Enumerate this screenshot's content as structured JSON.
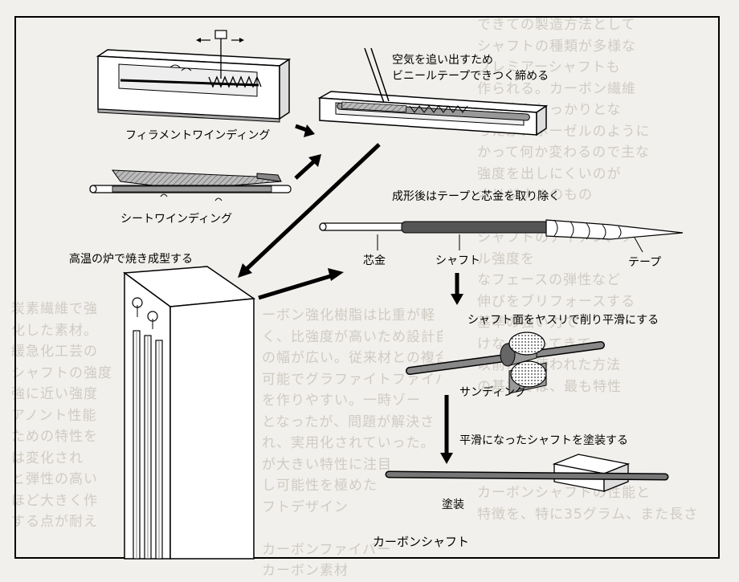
{
  "diagram": {
    "title": "カーボンシャフト",
    "labels": {
      "filament_winding": "フィラメントワインディング",
      "sheet_winding": "シートワインディング",
      "air_out_1": "空気を追い出すため",
      "air_out_2": "ビニールテープできつく締める",
      "remove_tape": "成形後はテープと芯金を取り除く",
      "mandrel": "芯金",
      "shaft": "シャフト",
      "tape": "テープ",
      "furnace": "高温の炉で焼き成型する",
      "file_smooth": "シャフト面をヤスリで削り平滑にする",
      "sanding": "サンディング",
      "paint_shaft": "平滑になったシャフトを塗装する",
      "painting": "塗装"
    }
  },
  "background_text": {
    "left": "炭素繊維で強\n化した素材。\n緩急化工芸の\nシャフトの強度\n強に近い強度\nアノント性能\nための特性を\nは変化され\nと弾性の高い\nほど大きく作\nする点が耐え",
    "mid": "ーボン強化樹脂は比重が軽\nく、比強度が高いため設計自\nの幅が広い。従来材との複合\n可能でグラファイトファイバ\nを作りやすい。一時ゾー\nとなったが、問題が解決さ\nれ、実用化されていった。\nが大きい特性に注目\nし可能性を極めた\nフトデザイン\n\nカーボンファイバー\nカーボン素材",
    "right": "できての製造方法として\nシャフトの種類が多様な\nプレミアーシャフトも\n作られる。カーボン繊維\nと強度もしっかりとな\nったが、ホーゼルのように\nかって何か変わるので主な\n強度を出しにくいのが\nオリジナルのもの\n\nシャフトのアイアン、ソー\nル強度を\nなフェースの弾性など\n伸びをブリフォースする\n基準の強い力で\nけなくなってきて\n以前から使われた方法\nの基準では、最も特性\n\n\n\n\nカーボンシャフトの性能と\n特徴を、特に35グラム、また長さ"
  }
}
